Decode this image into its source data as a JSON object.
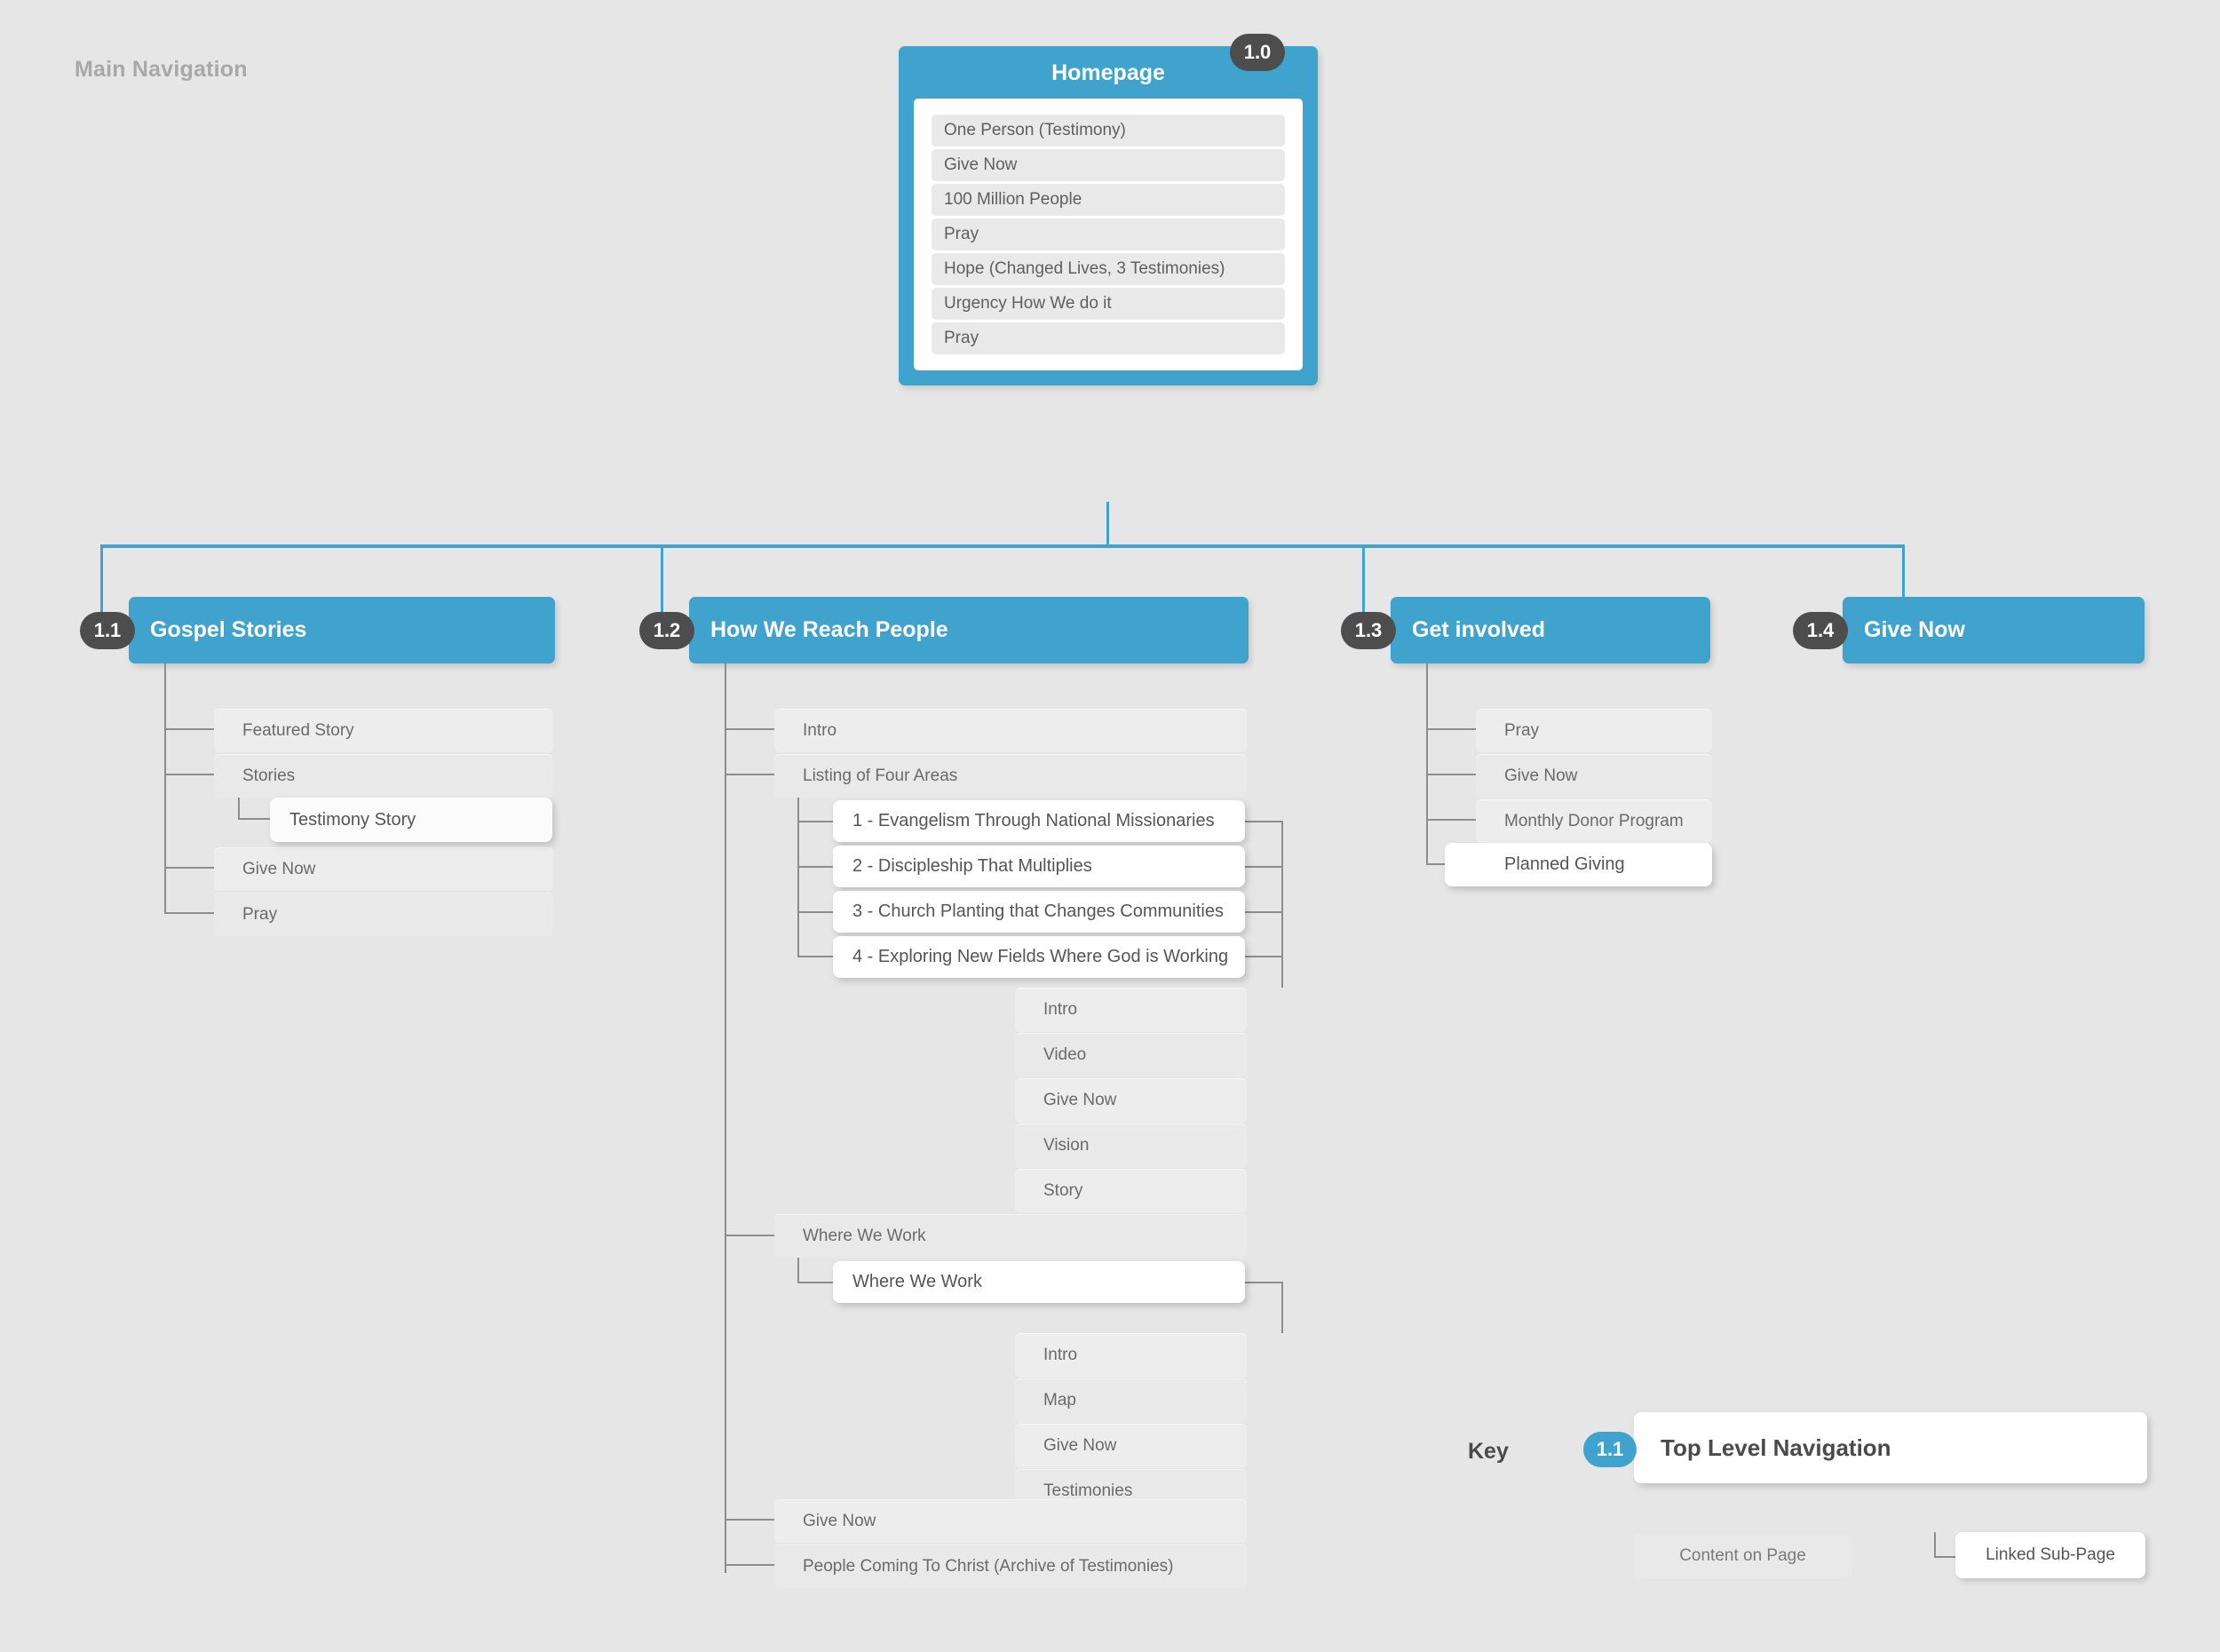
{
  "section_title": "Main Navigation",
  "root": {
    "badge": "1.0",
    "title": "Homepage",
    "content": [
      "One Person (Testimony)",
      "Give Now",
      "100 Million People",
      "Pray",
      "Hope (Changed Lives, 3 Testimonies)",
      "Urgency How We do it",
      "Pray"
    ]
  },
  "branches": {
    "b1": {
      "badge": "1.1",
      "title": "Gospel Stories",
      "items": [
        "Featured Story",
        "Stories",
        "Give Now",
        "Pray"
      ],
      "subpage": "Testimony Story"
    },
    "b2": {
      "badge": "1.2",
      "title": "How We Reach People",
      "items": [
        "Intro",
        "Listing of Four Areas",
        "Where We Work",
        "Give Now",
        "People Coming To Christ (Archive of Testimonies)"
      ],
      "four_areas": [
        "1 - Evangelism Through National Missionaries",
        "2 - Discipleship That Multiplies",
        "3 - Church Planting that Changes Communities",
        "4 - Exploring New Fields Where God is Working"
      ],
      "four_areas_content": [
        "Intro",
        "Video",
        "Give Now",
        "Vision",
        "Story"
      ],
      "where_we_work_subpage": "Where We Work",
      "where_we_work_content": [
        "Intro",
        "Map",
        "Give Now",
        "Testimonies"
      ]
    },
    "b3": {
      "badge": "1.3",
      "title": "Get involved",
      "items": [
        "Pray",
        "Give Now",
        "Monthly Donor Program"
      ],
      "subpage": "Planned Giving"
    },
    "b4": {
      "badge": "1.4",
      "title": "Give Now"
    }
  },
  "key": {
    "label": "Key",
    "badge": "1.1",
    "top_level": "Top Level Navigation",
    "content_on_page": "Content on Page",
    "linked_sub_page": "Linked Sub-Page"
  },
  "colors": {
    "accent_blue": "#3fa3ce",
    "badge_dark": "#4d4d4d",
    "background": "#e6e6e6",
    "pill_gray": "#e9e9e9",
    "connector": "#8d8d8d"
  }
}
